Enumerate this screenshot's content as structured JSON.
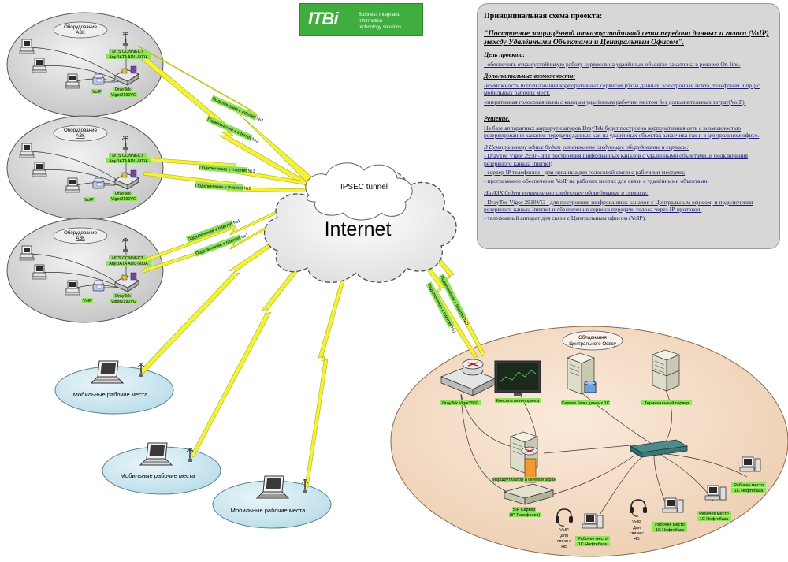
{
  "logo": {
    "mark": "ITBi",
    "tagline_line1": "Business Integrated Information",
    "tagline_line2": "technology solutions"
  },
  "cloud": {
    "tunnel_label": "IPSEC tunnel",
    "internet_label": "Internet"
  },
  "azs_sites": [
    {
      "title_line1": "Оборудование",
      "title_line2": "АЗК",
      "modem_line1": "MTS CONNECT",
      "modem_line2": "AnyDATA ADU-500A",
      "router_line1": "DrayTek",
      "router_line2": "Vigor2190VG",
      "voip_label": "VoIP"
    },
    {
      "title_line1": "Оборудование",
      "title_line2": "АЗК",
      "modem_line1": "MTS CONNECT",
      "modem_line2": "AnyDATA ADU-500A",
      "router_line1": "DrayTek",
      "router_line2": "Vigor2190VG",
      "voip_label": "VoIP"
    },
    {
      "title_line1": "Оборудование",
      "title_line2": "АЗК",
      "modem_line1": "MTS CONNECT",
      "modem_line2": "AnyDATA ADU-500A",
      "router_line1": "DrayTek",
      "router_line2": "Vigor2190VG",
      "voip_label": "VoIP"
    }
  ],
  "link_labels": {
    "link1": "Подключение к Internet №1",
    "link2": "Подключение к Internet №2"
  },
  "mobile": {
    "label": "Мобильные рабочие места"
  },
  "central_office": {
    "title_line1": "Обладнання",
    "title_line2": "Центрального Офісу",
    "router_label": "DrayTek Vigor2950",
    "console_label": "Консоль мониторинга",
    "db_server_label": "Сервер базы данных 1С",
    "terminal_server_label": "Терминальный сервер",
    "router_firewall_label": "Маршрутизатор и сетевой экран",
    "sip_line1": "SIP Сервер",
    "sip_line2": "(IP Телефония)",
    "workstation_line1": "Рабочее место",
    "workstation_line2": "1С Нефтебаза",
    "voip_line1": "VoIP",
    "voip_line2": "Для",
    "voip_line3": "связи с",
    "voip_line4": "НБ"
  },
  "info": {
    "title": "Принципиальная схема проекта:",
    "subtitle": "\"Построение защищённой отказоустойчивой сети передачи данных и голоса (VoIP) между Удалёнными Объектами и Центральным Офисом\".",
    "goal_heading": "Цель проекта:",
    "goal_text": "- обеспечить отказоустойчивую работу сервисов на удалённых объектах заказчика в режиме On-line.",
    "extra_heading": "Дополнительные возможности:",
    "extra_text1": "-возможность использования корпоративных сервисов (базы данных, электронная почта, телефония и пр.) с мобильных рабочих мест;",
    "extra_text2": "-оперативная голосовая связь с каждым удалённым рабочим местом без дополнительных затрат(VoIP).",
    "solution_heading": "Решение.",
    "solution_text": "На базе аппаратных маршрутизаторов DrayTek будет построена корпоративная сеть с возможностью резервирования каналов передачи данных как на удалённых объектах заказчика так и в центральном офисе.",
    "central_heading": "В Центральному офисе будет установлено следующее оборудование и сервисы:",
    "central_item1": "- DrayTec Vigor 2950 - для построения шифрованных каналов с удалёнными объектами, и подключения резервного канала Internet;",
    "central_item2": "- сервер IP телефонии - для организации голосовой связи с рабочими местами;",
    "central_item3": "- программное обеспечение VoIP на рабочих местах для связи с удалёнными объектами.",
    "azs_heading": "На АЗК будет установлено следующее оборудование и сервисы:",
    "azs_item1": "- DrayTec Vigor 2910VG - для построения шифрованных каналов с Центральным офисом, и подключения резервного канала Internet и обеспечения сервиса передачи голоса через IP-протокол;",
    "azs_item2": "- телефонный аппарат для связи с Центральным офисом (VoIP)."
  },
  "colors": {
    "bolt_fill": "#f2f23a",
    "label_green": "#8fe35a",
    "office_fill": "#f5dcc4",
    "mobile_fill": "#cde9f2",
    "site_fill": "#dcdcdc",
    "info_fill": "#d7d7d7"
  }
}
